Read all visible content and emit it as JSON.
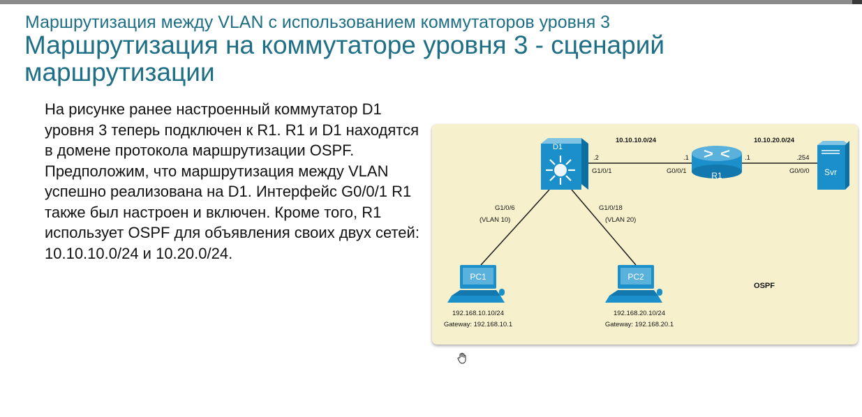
{
  "header": {
    "subtitle": "Маршрутизация между VLAN с использованием коммутаторов уровня 3",
    "title": "Маршрутизация на коммутаторе уровня 3 - сценарий маршрутизации"
  },
  "body": {
    "paragraph": "На рисунке ранее настроенный коммутатор D1 уровня 3 теперь подключен к R1. R1 и D1 находятся в домене протокола маршрутизации OSPF. Предположим, что маршрутизация между VLAN успешно реализована на D1. Интерфейс G0/0/1 R1 также был настроен и включен. Кроме того, R1 использует OSPF для объявления своих двух сетей: 10.10.10.0/24 и 10.20.0/24."
  },
  "diagram": {
    "colors": {
      "background": "#f6f1cc",
      "device": "#1b8fc9",
      "link": "#1a1a1a"
    },
    "devices": {
      "d1": {
        "label": "D1",
        "icon": "layer3-switch-icon"
      },
      "r1": {
        "label": "R1",
        "icon": "router-icon"
      },
      "svr": {
        "label": "Svr",
        "icon": "server-icon"
      },
      "pc1": {
        "label": "PC1",
        "icon": "pc-icon",
        "ip": "192.168.10.10/24",
        "gateway": "Gateway: 192.168.10.1"
      },
      "pc2": {
        "label": "PC2",
        "icon": "pc-icon",
        "ip": "192.168.20.10/24",
        "gateway": "Gateway: 192.168.20.1"
      }
    },
    "networks": {
      "d1_r1": "10.10.10.0/24",
      "r1_svr": "10.10.20.0/24"
    },
    "interfaces": {
      "d1_host": ".2",
      "d1_port": "G1/0/1",
      "r1_left_host": ".1",
      "r1_left_port": "G0/0/1",
      "r1_right_host": ".1",
      "svr_host": ".254",
      "r1_right_port": "G0/0/0",
      "pc1_port": "G1/0/6",
      "pc1_vlan": "(VLAN 10)",
      "pc2_port": "G1/0/18",
      "pc2_vlan": "(VLAN 20)"
    },
    "domain_label": "OSPF"
  }
}
